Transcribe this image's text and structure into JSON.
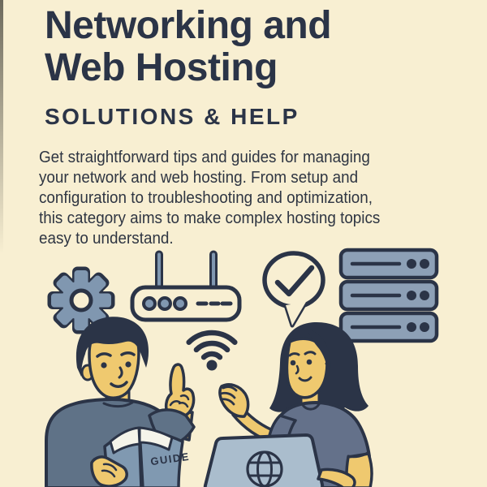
{
  "page": {
    "colors": {
      "background": "#f8efd2",
      "ink": "#2b3447",
      "left_edge_shade": "#545248"
    }
  },
  "header": {
    "title_line1": "Networking and",
    "title_line2": "Web Hosting",
    "subtitle": "SOLUTIONS & HELP"
  },
  "description_lines": [
    "Get straightforward tips and guides for managing",
    "your network and web hosting. From setup and",
    "configuration to troubleshooting and optimization,",
    "this category aims to make complex hosting topics",
    "easy to understand."
  ],
  "illustration": {
    "book_label": "GUIDE",
    "icons": [
      "gear-icon",
      "router-icon",
      "chat-check-icon",
      "server-stack-icon",
      "wifi-icon",
      "globe-icon"
    ],
    "colors": {
      "outline": "#2b3447",
      "steel_blue": "#8097b0",
      "server_blue": "#8da0b6",
      "sweater_blue": "#5f7287",
      "shirt_gray": "#64718a",
      "laptop_blue": "#aabdcd",
      "skin": "#efc96f",
      "book_cover": "#8099b1",
      "page_white": "#f5f4ea",
      "hair_dark": "#2b3447"
    }
  }
}
